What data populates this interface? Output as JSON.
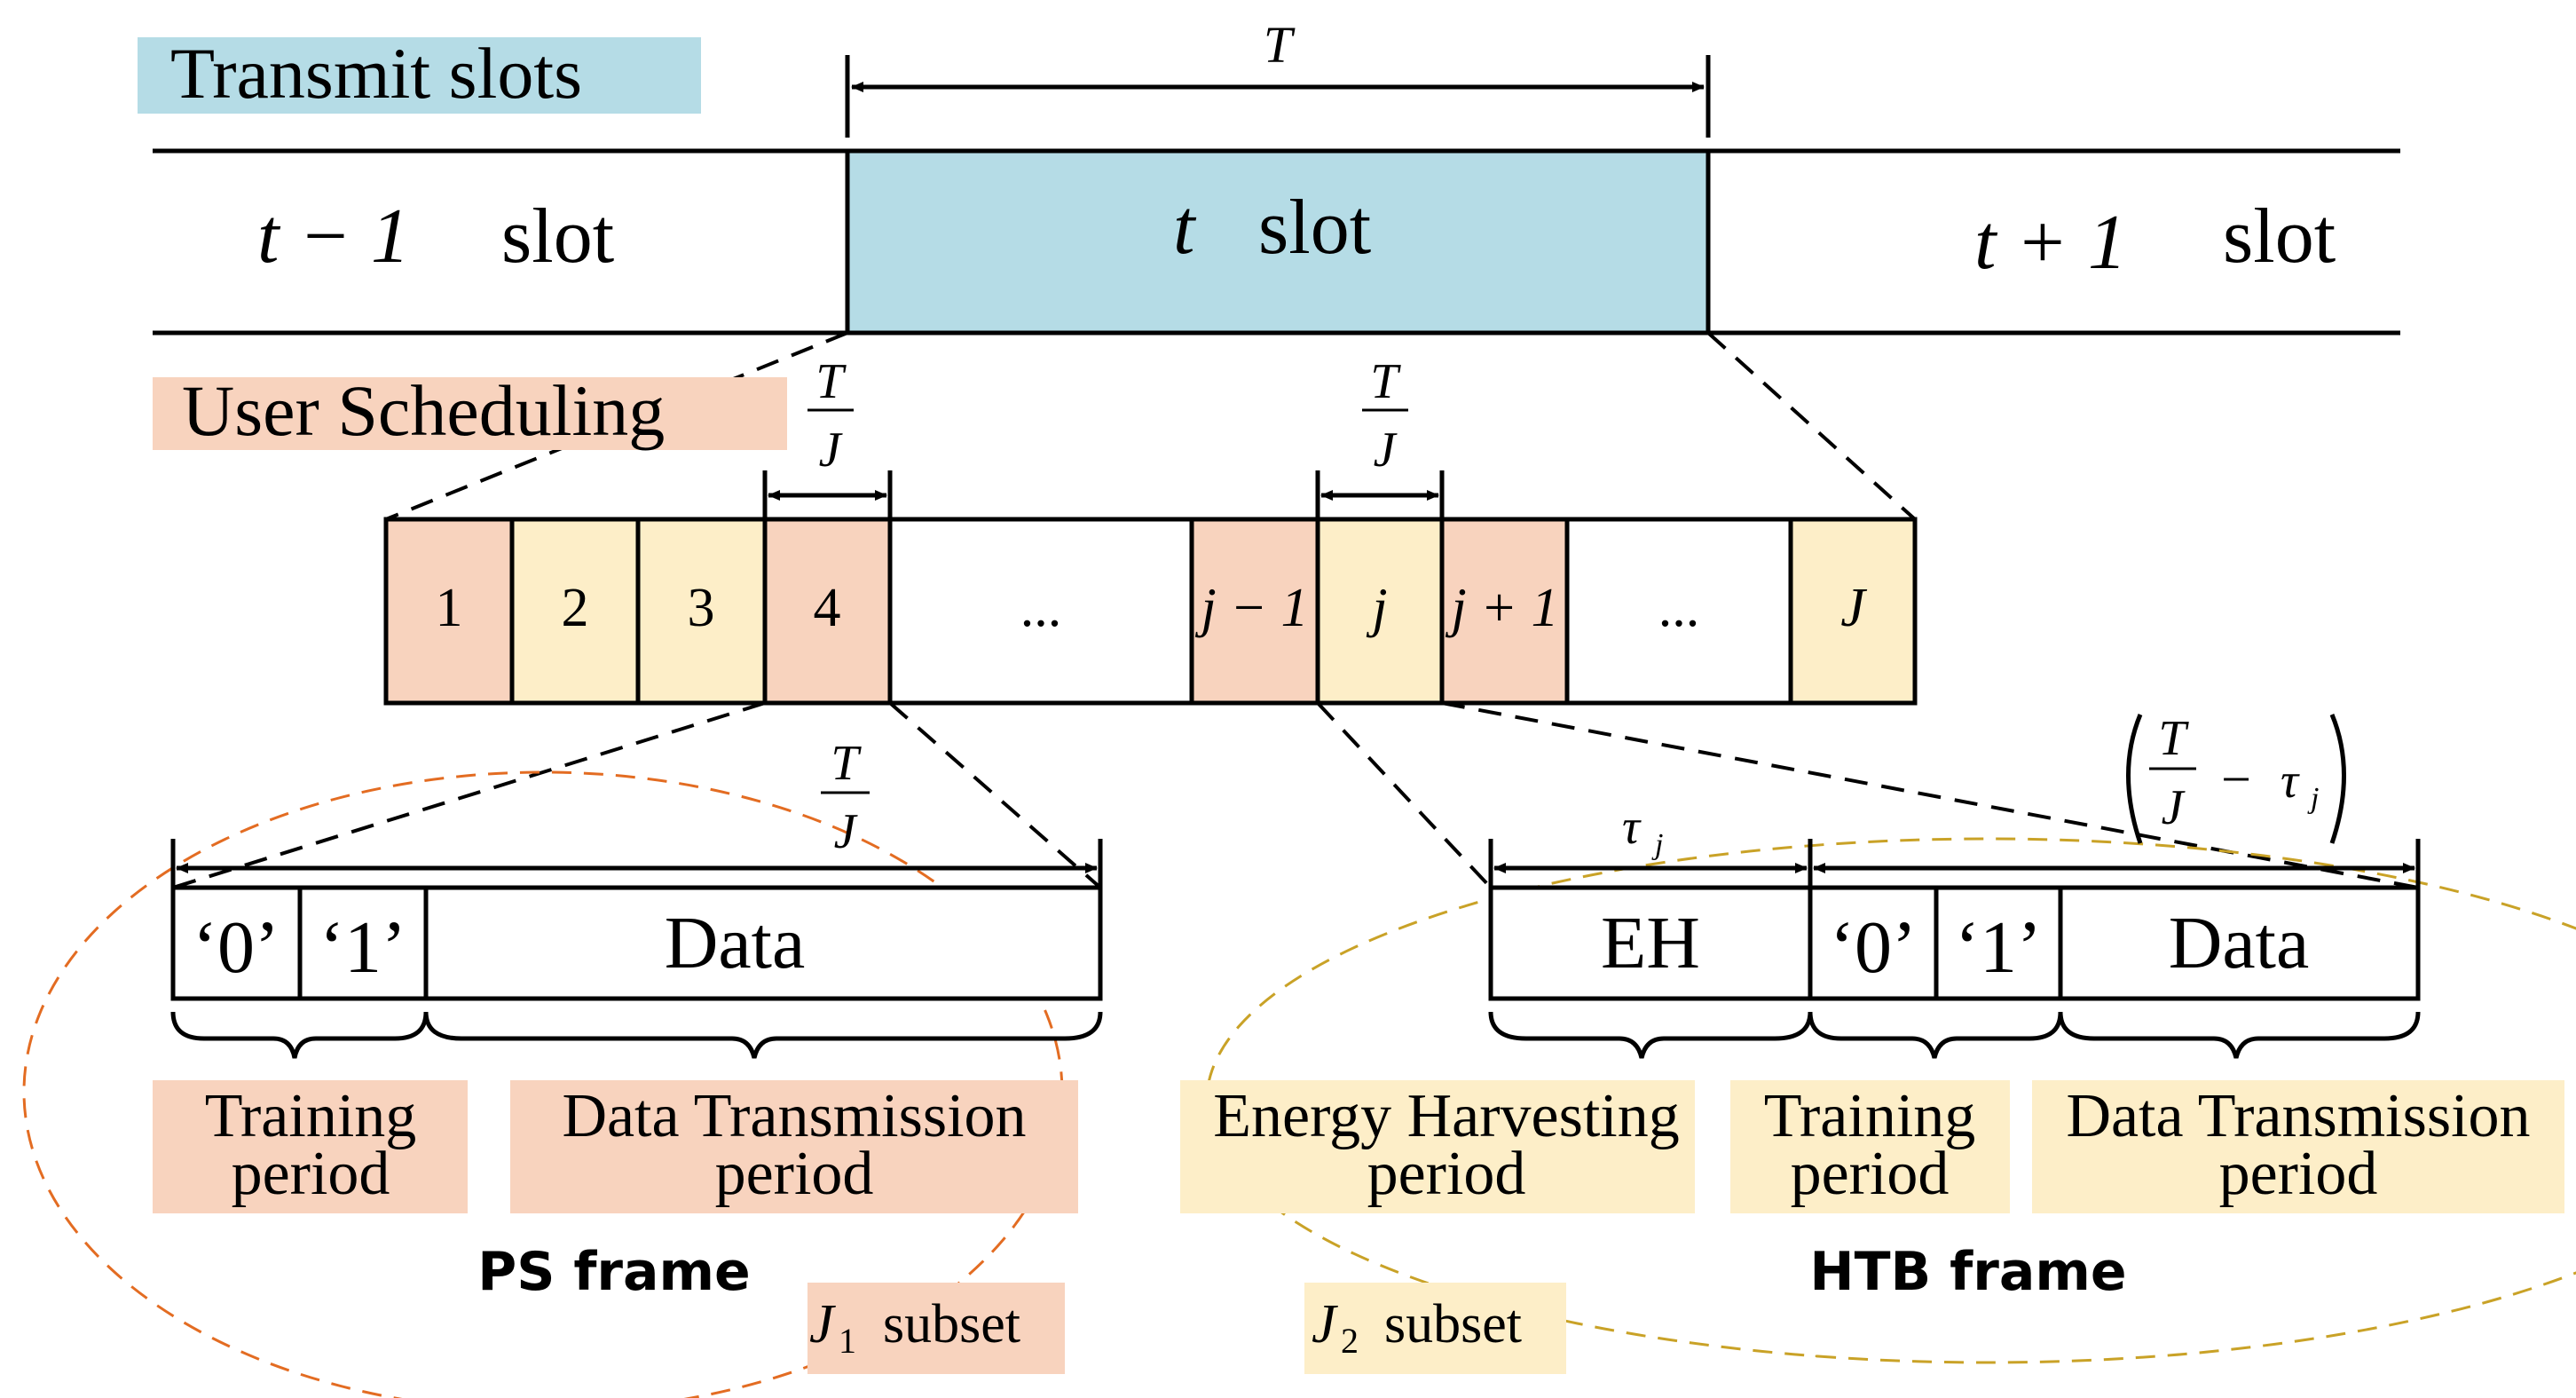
{
  "colors": {
    "blue_highlight": "#b5dce6",
    "orange_fill": "#f8d3be",
    "yellow_fill": "#fdeec8",
    "orange_ellipse": "#e36c22",
    "yellow_ellipse": "#c9a227"
  },
  "transmit": {
    "heading": "Transmit slots",
    "period_label": "T",
    "prev_slot_var": "t − 1",
    "current_slot_var": "t",
    "next_slot_var": "t + 1",
    "slot_word": "slot"
  },
  "scheduling": {
    "heading": "User Scheduling",
    "frac_num": "T",
    "frac_den": "J",
    "cells": [
      "1",
      "2",
      "3",
      "4",
      "...",
      "j − 1",
      "j",
      "j + 1",
      "...",
      "J"
    ]
  },
  "ps_frame": {
    "duration_num": "T",
    "duration_den": "J",
    "bit0": "‘0’",
    "bit1": "‘1’",
    "data": "Data",
    "training_line1": "Training",
    "training_line2": "period",
    "data_tx_line1": "Data Transmission",
    "data_tx_line2": "period",
    "title": "PS frame",
    "subset_var": "J",
    "subset_sub": "1",
    "subset_word": "subset"
  },
  "htb_frame": {
    "tau": "τ",
    "tau_sub": "j",
    "remain_num": "T",
    "remain_den": "J",
    "remain_minus": "−",
    "eh": "EH",
    "bit0": "‘0’",
    "bit1": "‘1’",
    "data": "Data",
    "eh_line1": "Energy Harvesting",
    "eh_line2": "period",
    "training_line1": "Training",
    "training_line2": "period",
    "data_tx_line1": "Data Transmission",
    "data_tx_line2": "period",
    "title": "HTB frame",
    "subset_var": "J",
    "subset_sub": "2",
    "subset_word": "subset"
  }
}
